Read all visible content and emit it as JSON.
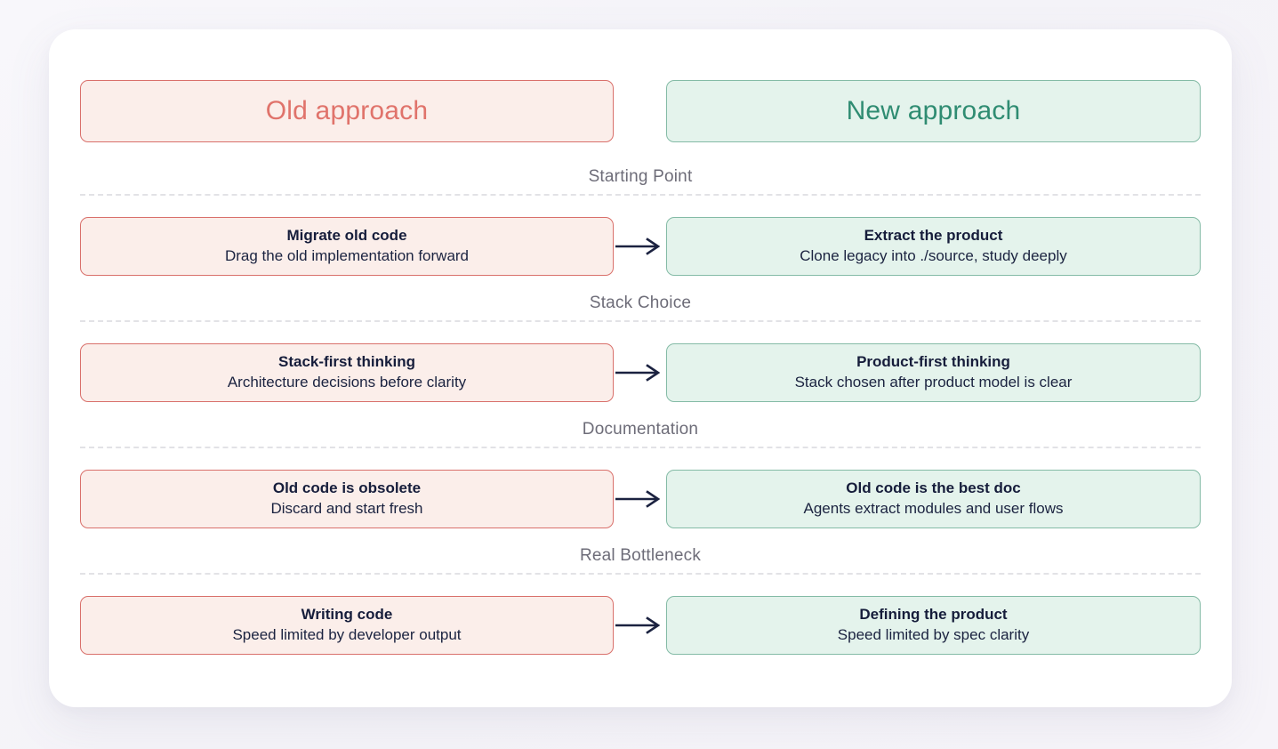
{
  "diagram": {
    "columns": {
      "old_label": "Old approach",
      "new_label": "New approach"
    },
    "colors": {
      "old_border": "#d9706b",
      "old_fill": "#fbeeea",
      "old_header_text": "#e0736b",
      "new_border": "#84bba6",
      "new_fill": "#e4f3ec",
      "new_header_text": "#2f8c72",
      "body_text": "#161d3b",
      "section_label_text": "#6d6c78",
      "divider": "#e2e2e6",
      "arrow": "#1b2240",
      "panel_background": "#ffffff",
      "page_background": "#f6f5fa"
    },
    "sections": [
      {
        "label": "Starting Point",
        "old": {
          "title": "Migrate old code",
          "subtitle": "Drag the old implementation forward"
        },
        "new": {
          "title": "Extract the product",
          "subtitle": "Clone legacy into ./source, study deeply"
        },
        "connector": "arrow-right-icon"
      },
      {
        "label": "Stack Choice",
        "old": {
          "title": "Stack-first thinking",
          "subtitle": "Architecture decisions before clarity"
        },
        "new": {
          "title": "Product-first thinking",
          "subtitle": "Stack chosen after product model is clear"
        },
        "connector": "arrow-right-icon"
      },
      {
        "label": "Documentation",
        "old": {
          "title": "Old code is obsolete",
          "subtitle": "Discard and start fresh"
        },
        "new": {
          "title": "Old code is the best doc",
          "subtitle": "Agents extract modules and user flows"
        },
        "connector": "arrow-right-icon"
      },
      {
        "label": "Real Bottleneck",
        "old": {
          "title": "Writing code",
          "subtitle": "Speed limited by developer output"
        },
        "new": {
          "title": "Defining the product",
          "subtitle": "Speed limited by spec clarity"
        },
        "connector": "arrow-right-icon"
      }
    ]
  }
}
